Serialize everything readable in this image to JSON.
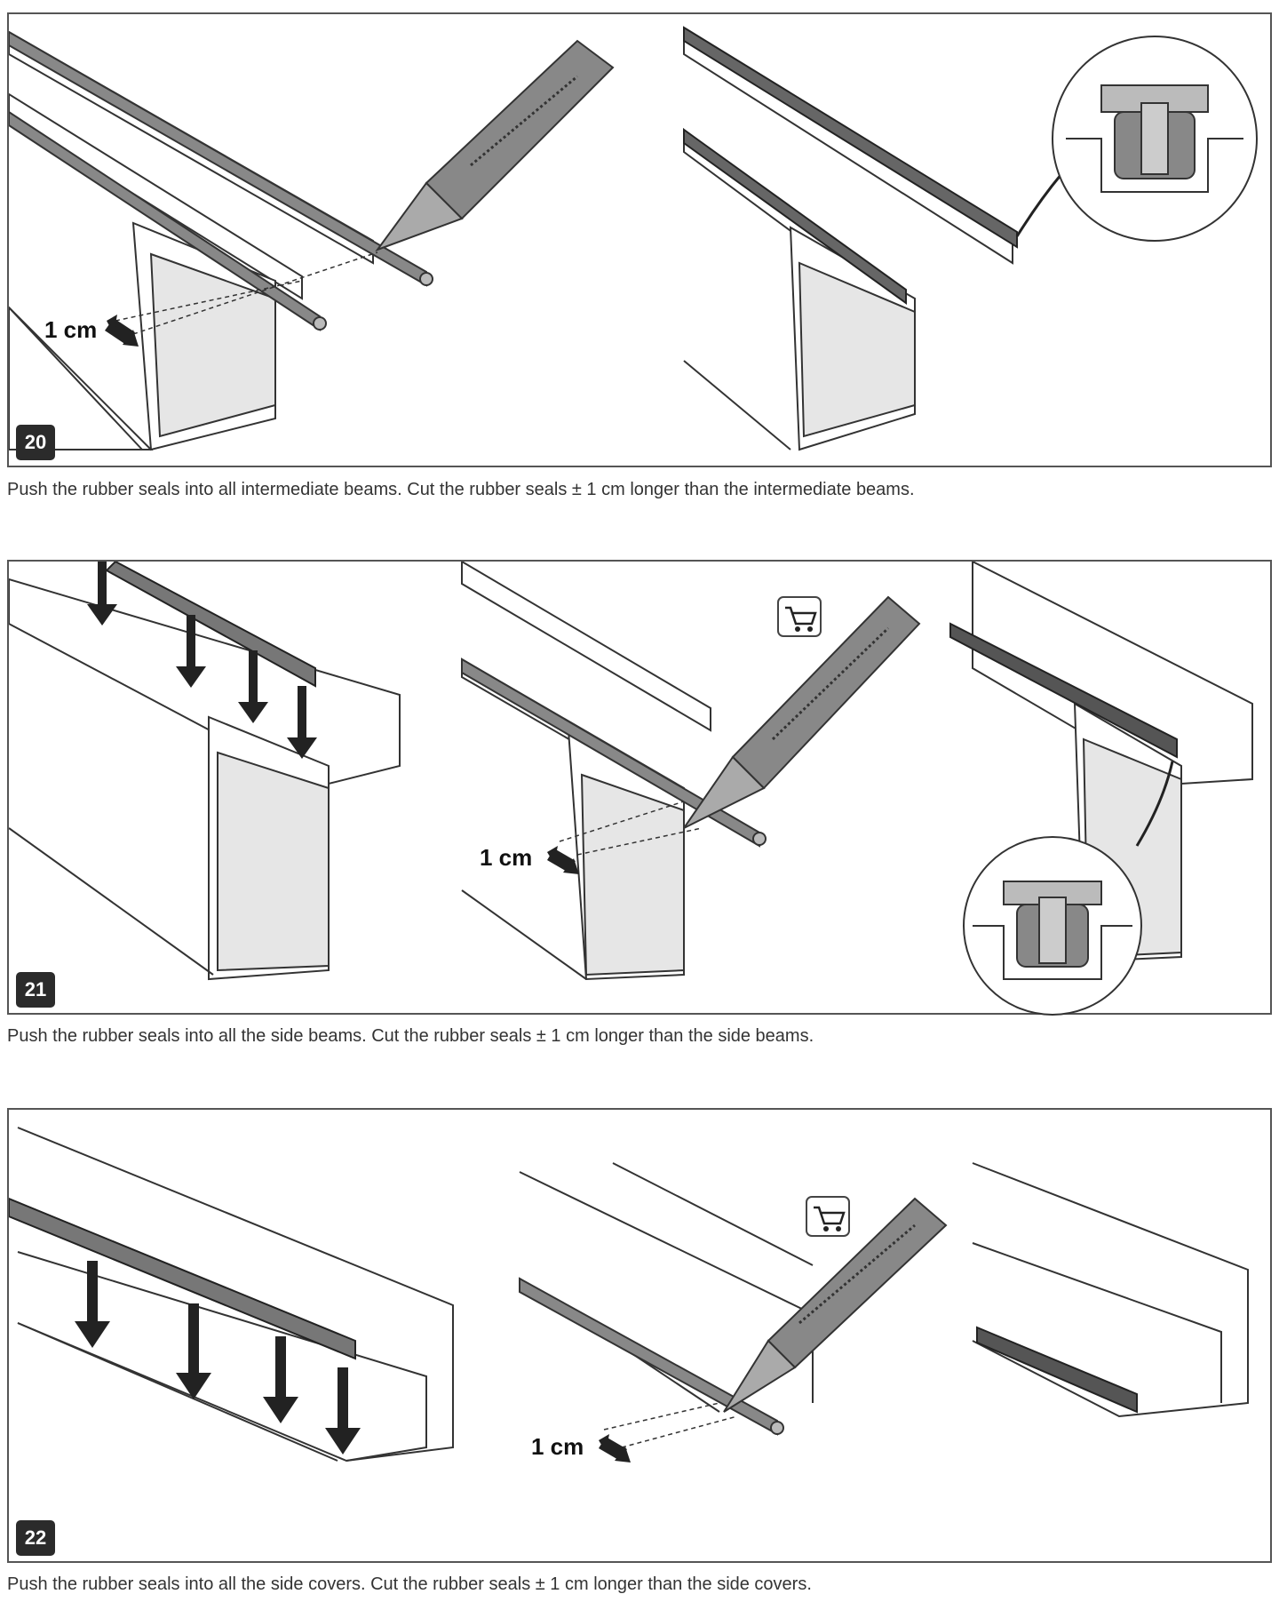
{
  "steps": [
    {
      "number": "20",
      "caption": "Push the rubber seals into all intermediate beams. Cut the rubber seals ± 1 cm longer than the intermediate beams.",
      "measure": "1 cm"
    },
    {
      "number": "21",
      "caption": "Push the rubber seals into all the side beams. Cut the rubber seals ± 1 cm longer than the side beams.",
      "measure": "1 cm"
    },
    {
      "number": "22",
      "caption": "Push the rubber seals into all the side covers. Cut the rubber seals ± 1 cm longer than the side covers.",
      "measure": "1 cm"
    }
  ],
  "icons": {
    "cart": "cart-icon",
    "knife": "utility-knife-icon",
    "arrow": "push-down-arrow-icon"
  }
}
